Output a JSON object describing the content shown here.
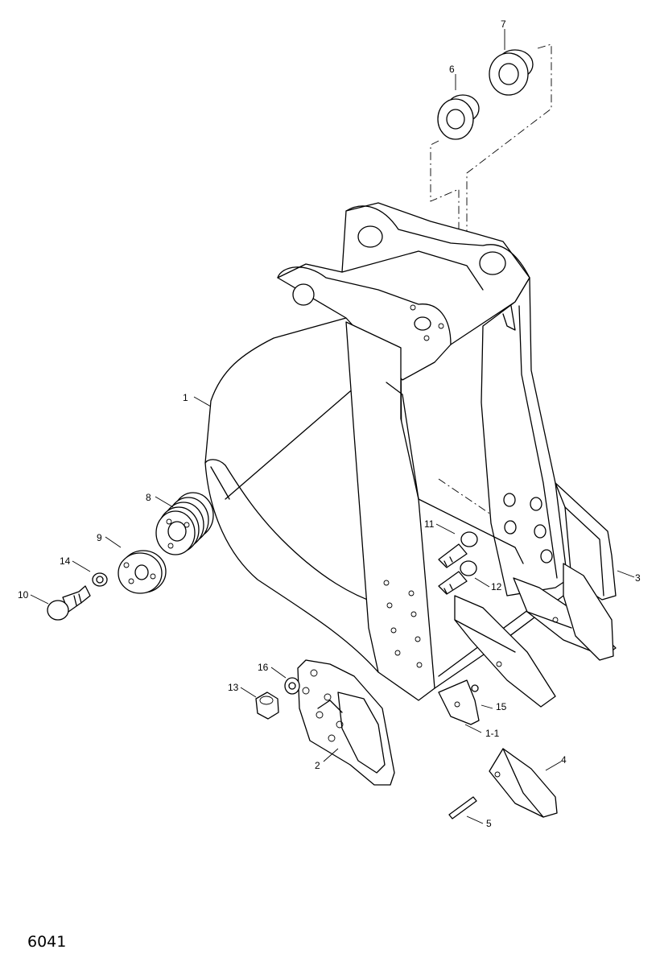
{
  "labels": {
    "p1": "1",
    "p1_1": "1-1",
    "p2": "2",
    "p3": "3",
    "p4": "4",
    "p5": "5",
    "p6": "6",
    "p7": "7",
    "p8": "8",
    "p9": "9",
    "p10": "10",
    "p11": "11",
    "p12": "12",
    "p13": "13",
    "p14": "14",
    "p15": "15",
    "p16": "16"
  },
  "figure_code": "6041"
}
